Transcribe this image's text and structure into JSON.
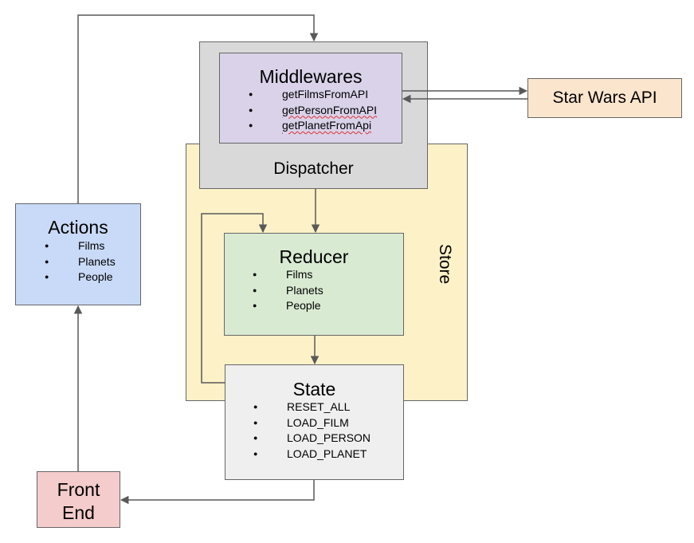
{
  "store": {
    "label": "Store"
  },
  "dispatcher": {
    "label": "Dispatcher"
  },
  "middlewares": {
    "title": "Middlewares",
    "items": [
      "getFilmsFromAPI",
      "getPersonFromAPI",
      "getPlanetFromApi"
    ]
  },
  "api": {
    "label": "Star Wars API"
  },
  "actions": {
    "title": "Actions",
    "items": [
      "Films",
      "Planets",
      "People"
    ]
  },
  "reducer": {
    "title": "Reducer",
    "items": [
      "Films",
      "Planets",
      "People"
    ]
  },
  "state": {
    "title": "State",
    "items": [
      "RESET_ALL",
      "LOAD_FILM",
      "LOAD_PERSON",
      "LOAD_PLANET"
    ]
  },
  "frontend": {
    "line1": "Front",
    "line2": "End"
  },
  "colors": {
    "store": "#fdf1c8",
    "dispatcher": "#d9d9d9",
    "middlewares": "#d9d2e9",
    "api": "#fce5cd",
    "actions": "#c9daf8",
    "reducer": "#d9ead3",
    "state": "#efefef",
    "frontend": "#f4cccc",
    "connector": "#595959"
  }
}
